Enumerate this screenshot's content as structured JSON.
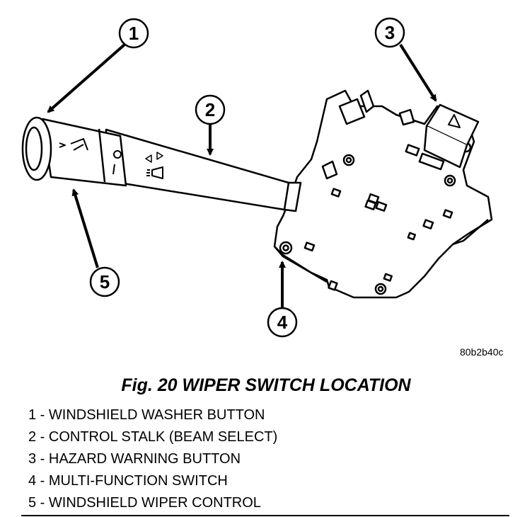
{
  "figure": {
    "callouts": [
      {
        "num": "1"
      },
      {
        "num": "2"
      },
      {
        "num": "3"
      },
      {
        "num": "4"
      },
      {
        "num": "5"
      }
    ],
    "reference_code": "80b2b40c"
  },
  "caption": "Fig. 20 WIPER SWITCH LOCATION",
  "legend": [
    "1 - WINDSHIELD WASHER BUTTON",
    "2 - CONTROL STALK (BEAM SELECT)",
    "3 - HAZARD WARNING BUTTON",
    "4 - MULTI-FUNCTION SWITCH",
    "5 - WINDSHIELD WIPER CONTROL"
  ]
}
